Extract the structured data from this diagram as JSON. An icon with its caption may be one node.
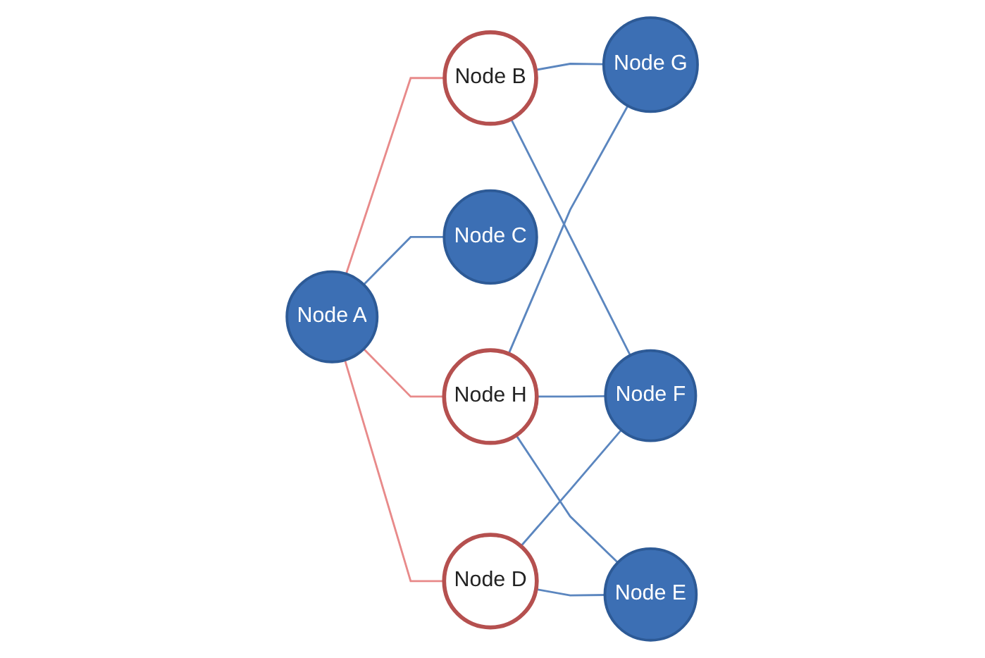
{
  "diagram": {
    "nodes": [
      {
        "text": [
          "Node A"
        ]
      },
      {
        "text": [
          "Node B"
        ]
      },
      {
        "text": [
          "Node G"
        ]
      },
      {
        "text": [
          "Node C"
        ]
      },
      {
        "text": [
          "Node H"
        ]
      },
      {
        "text": [
          "Node D"
        ]
      },
      {
        "text": [
          "Node F"
        ]
      },
      {
        "text": [
          "Node E"
        ]
      }
    ],
    "edges": [
      {
        "from": 0,
        "to": 1,
        "arrow": "none",
        "color": "#e88a8a"
      },
      {
        "from": 0,
        "to": 3,
        "arrow": "none"
      },
      {
        "from": 0,
        "to": 4,
        "arrow": "none",
        "color": "#e88a8a"
      },
      {
        "from": 0,
        "to": 5,
        "arrow": "none",
        "color": "#e88a8a"
      },
      {
        "from": 1,
        "to": 2,
        "arrow": "none"
      },
      {
        "from": 1,
        "to": 6,
        "arrow": "none"
      },
      {
        "from": 4,
        "to": 2,
        "arrow": "none"
      },
      {
        "from": 4,
        "to": 6,
        "arrow": "none"
      },
      {
        "from": 4,
        "to": 7,
        "arrow": "none"
      },
      {
        "from": 5,
        "to": 6,
        "arrow": "none"
      },
      {
        "from": 5,
        "to": 7,
        "arrow": "none"
      }
    ]
  }
}
